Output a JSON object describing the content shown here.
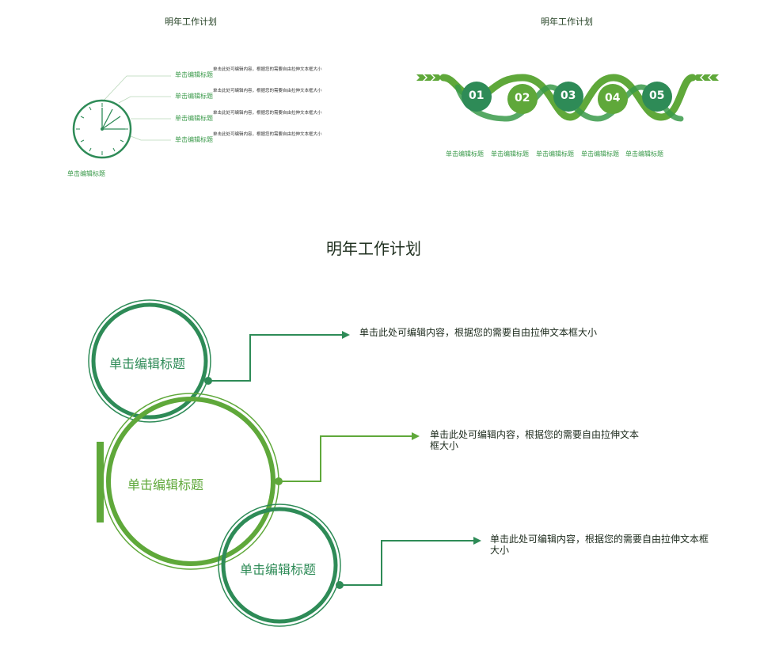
{
  "slide_clock": {
    "title": "明年工作计划",
    "items": [
      {
        "label": "单击编辑标题",
        "desc": "单击此处可编辑内容，根据您的需要自由拉伸文本框大小"
      },
      {
        "label": "单击编辑标题",
        "desc": "单击此处可编辑内容，根据您的需要自由拉伸文本框大小"
      },
      {
        "label": "单击编辑标题",
        "desc": "单击此处可编辑内容，根据您的需要自由拉伸文本框大小"
      },
      {
        "label": "单击编辑标题",
        "desc": "单击此处可编辑内容，根据您的需要自由拉伸文本框大小"
      }
    ],
    "clock_caption": "单击编辑标题"
  },
  "slide_wave": {
    "title": "明年工作计划",
    "steps": [
      {
        "num": "01",
        "label": "单击编辑标题"
      },
      {
        "num": "02",
        "label": "单击编辑标题"
      },
      {
        "num": "03",
        "label": "单击编辑标题"
      },
      {
        "num": "04",
        "label": "单击编辑标题"
      },
      {
        "num": "05",
        "label": "单击编辑标题"
      }
    ]
  },
  "slide_circles": {
    "title": "明年工作计划",
    "circles": [
      {
        "label": "单击编辑标题",
        "desc": "单击此处可编辑内容，根据您的需要自由拉伸文本框大小"
      },
      {
        "label": "单击编辑标题",
        "desc": "单击此处可编辑内容，根据您的需要自由拉伸文本框大小"
      },
      {
        "label": "单击编辑标题",
        "desc": "单击此处可编辑内容，根据您的需要自由拉伸文本框大小"
      }
    ]
  },
  "colors": {
    "dark_green": "#2e8b57",
    "light_green": "#5fa83a",
    "mid_green": "#3a9a4a"
  }
}
